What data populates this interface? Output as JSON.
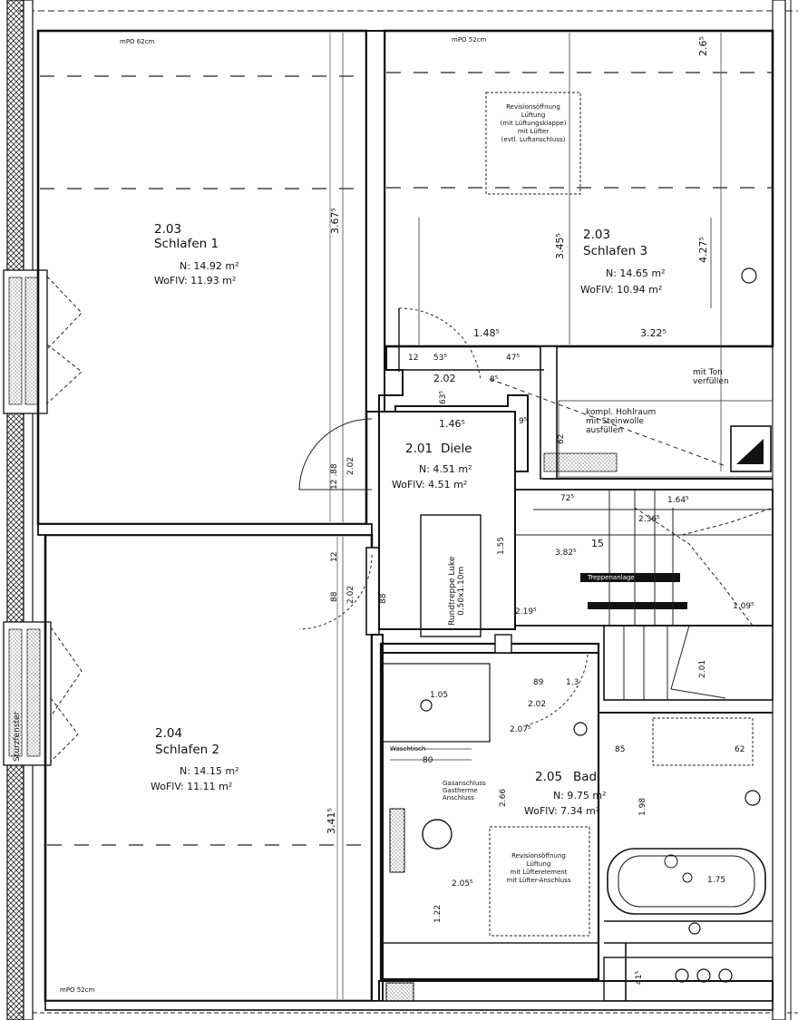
{
  "rooms": {
    "schlafen1": {
      "number": "2.03",
      "name": "Schlafen 1",
      "area_n": "N: 14.92 m²",
      "area_wofl": "WoFlV: 11.93 m²"
    },
    "schlafen3": {
      "number": "2.03",
      "name": "Schlafen 3",
      "area_n": "N: 14.65 m²",
      "area_wofl": "WoFlV: 10.94 m²"
    },
    "diele": {
      "number": "2.01",
      "name": "Diele",
      "area_n": "N: 4.51 m²",
      "area_wofl": "WoFlV: 4.51 m²"
    },
    "schlafen2": {
      "number": "2.04",
      "name": "Schlafen 2",
      "area_n": "N: 14.15 m²",
      "area_wofl": "WoFlV: 11.11 m²"
    },
    "bad": {
      "number": "2.05",
      "name": "Bad",
      "area_n": "N: 9.75 m²",
      "area_wofl": "WoFlV: 7.34 m²"
    }
  },
  "dimensions": {
    "d_3_67": "3.67⁵",
    "d_3_45": "3.45⁵",
    "d_4_27": "4.27⁵",
    "d_3_41": "3.41⁵",
    "d_2_26": "2.6⁵",
    "d_1_48": "1.48⁵",
    "d_3_22": "3.22⁵",
    "d_2_02_top": "2.02",
    "d_1_46": "1.46⁵",
    "d_12": "12",
    "d_53": "53⁵",
    "d_47": "47⁵",
    "d_63": "63⁵",
    "d_8a": "8⁵",
    "d_9": "9⁵",
    "d_62": "62",
    "d_12_88": "12 .88",
    "d_2_02_v1": "2.02",
    "d_2_02_v2": "2.02",
    "d_88": "88",
    "d_12b": "12",
    "d_88b": "88",
    "d_72": "72⁵",
    "d_1_64": "1.64⁵",
    "d_2_36": "2.36⁵",
    "d_3_82": "3.82⁵",
    "d_15": "15",
    "d_1_55": "1.55",
    "d_2_19": "2.19⁵",
    "d_1_09": "1.09⁵",
    "d_2_01": "2.01",
    "d_1_05": "1.05",
    "d_89": "89",
    "d_1_3": "1.3",
    "d_2_02_bad": "2.02",
    "d_2_07": "2.07⁵",
    "d_80": "80",
    "d_85": "85",
    "d_62b": "62",
    "d_2_66": "2.66",
    "d_1_98": "1.98",
    "d_2_05": "2.05⁵",
    "d_1_22": "1.22",
    "d_1_75": "1.75",
    "d_41": "41⁵"
  },
  "notes": {
    "hatch": "Rundtreppe Luke\n0.50x1.10m",
    "klappe_top": "Revisionsöffnung\nLüftung\n(mit Lüftungsklappe)\nmit Lüfter\n(evtl. Luftanschluss)",
    "klappe_bad": "Revisionsöffnung\nLüftung\nmit Lüfterelement\nmit Lüfter-Anschluss",
    "hohlraum": "kompl. Hohlraum\nmit Steinwolle\nausfüllen",
    "verfuellen": "mit Ton\nverfüllen",
    "tool": "Gasanschluss\nGastherme\nAnschluss",
    "sturzfenster": "Sturzfenster",
    "mpo_top_left": "mPO 62cm",
    "mpo_top_right": "mPO 52cm",
    "mpo_bottom": "mPO 52cm",
    "bad_small_note": "Waschtisch",
    "stair_note": "Treppenanlage"
  },
  "colors": {
    "line": "#111111",
    "dash": "#222222",
    "fill": "#ffffff",
    "hatch": "#444444"
  }
}
